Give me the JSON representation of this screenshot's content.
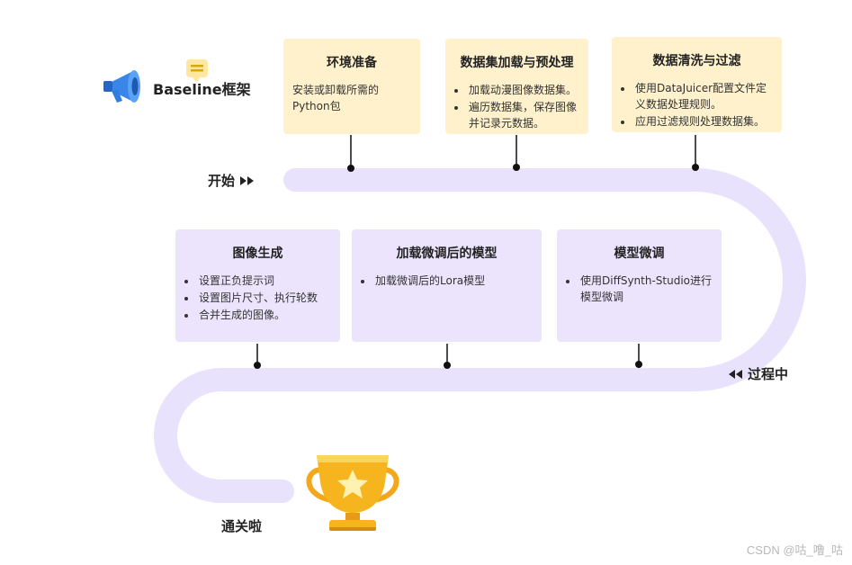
{
  "header": {
    "title": "Baseline框架"
  },
  "markers": {
    "start": "开始",
    "progress": "过程中",
    "finish": "通关啦"
  },
  "cards": {
    "env": {
      "title": "环境准备",
      "text": "安装或卸载所需的Python包"
    },
    "load": {
      "title": "数据集加载与预处理",
      "items": [
        "加载动漫图像数据集。",
        "遍历数据集，保存图像并记录元数据。"
      ]
    },
    "clean": {
      "title": "数据清洗与过滤",
      "items": [
        "使用DataJuicer配置文件定义数据处理规则。",
        "应用过滤规则处理数据集。"
      ]
    },
    "gen": {
      "title": "图像生成",
      "items": [
        "设置正负提示词",
        "设置图片尺寸、执行轮数",
        "合并生成的图像。"
      ]
    },
    "loadft": {
      "title": "加载微调后的模型",
      "items": [
        "加载微调后的Lora模型"
      ]
    },
    "ft": {
      "title": "模型微调",
      "items": [
        "使用DiffSynth-Studio进行模型微调"
      ]
    }
  },
  "watermark": "CSDN @咕_噜_咕",
  "colors": {
    "track": "#e9e2fc",
    "yellow_card": "#fff1cc",
    "purple_card": "#ebe4fc",
    "trophy": "#f6b51f",
    "megaphone": "#2f7de1"
  }
}
